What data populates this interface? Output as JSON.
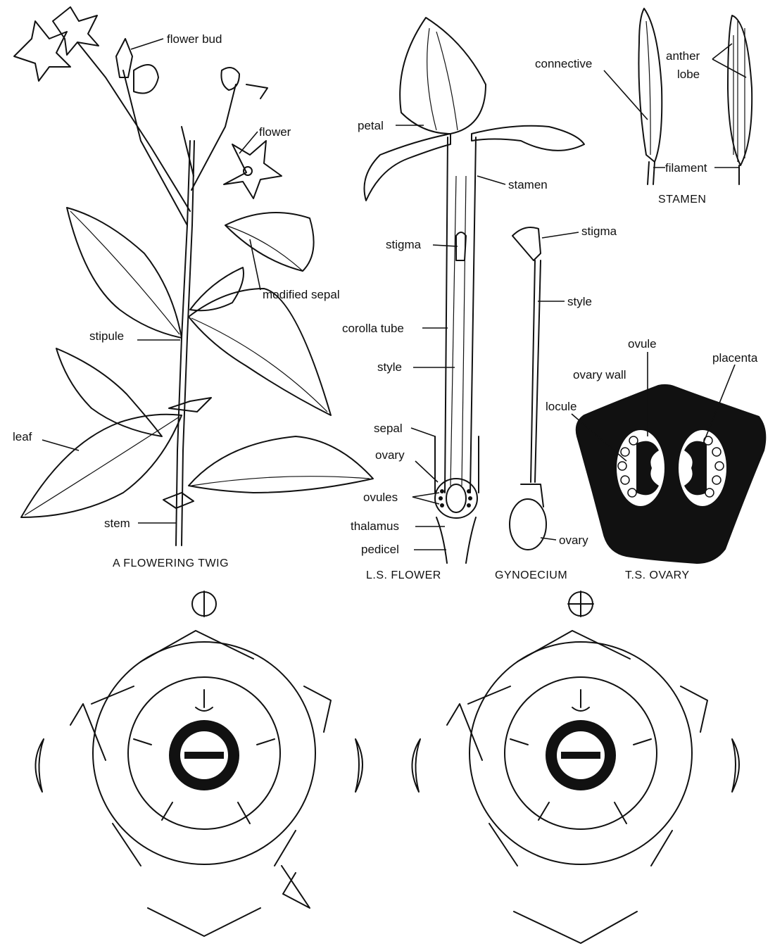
{
  "colors": {
    "ink": "#111111",
    "paper": "#ffffff"
  },
  "twig": {
    "caption": "A FLOWERING TWIG",
    "labels": {
      "flower_bud": "flower bud",
      "flower": "flower",
      "modified_sepal": "modified sepal",
      "stipule": "stipule",
      "leaf": "leaf",
      "stem": "stem"
    }
  },
  "ls_flower": {
    "caption": "L.S. FLOWER",
    "labels": {
      "petal": "petal",
      "stamen": "stamen",
      "stigma": "stigma",
      "corolla_tube": "corolla tube",
      "style": "style",
      "sepal": "sepal",
      "ovary": "ovary",
      "ovules": "ovules",
      "thalamus": "thalamus",
      "pedicel": "pedicel"
    }
  },
  "gynoecium": {
    "caption": "GYNOECIUM",
    "labels": {
      "stigma": "stigma",
      "style": "style",
      "ovary": "ovary"
    }
  },
  "stamen": {
    "caption": "STAMEN",
    "labels": {
      "connective": "connective",
      "anther_lobe_1": "anther",
      "anther_lobe_2": "lobe",
      "filament": "filament"
    }
  },
  "ts_ovary": {
    "caption": "T.S. OVARY",
    "labels": {
      "ovule": "ovule",
      "placenta": "placenta",
      "ovary_wall": "ovary wall",
      "locule": "locule"
    }
  },
  "floral_diagrams": {
    "left_symbol": "zygomorphic-symbol-icon",
    "right_symbol": "actinomorphic-symbol-icon"
  }
}
